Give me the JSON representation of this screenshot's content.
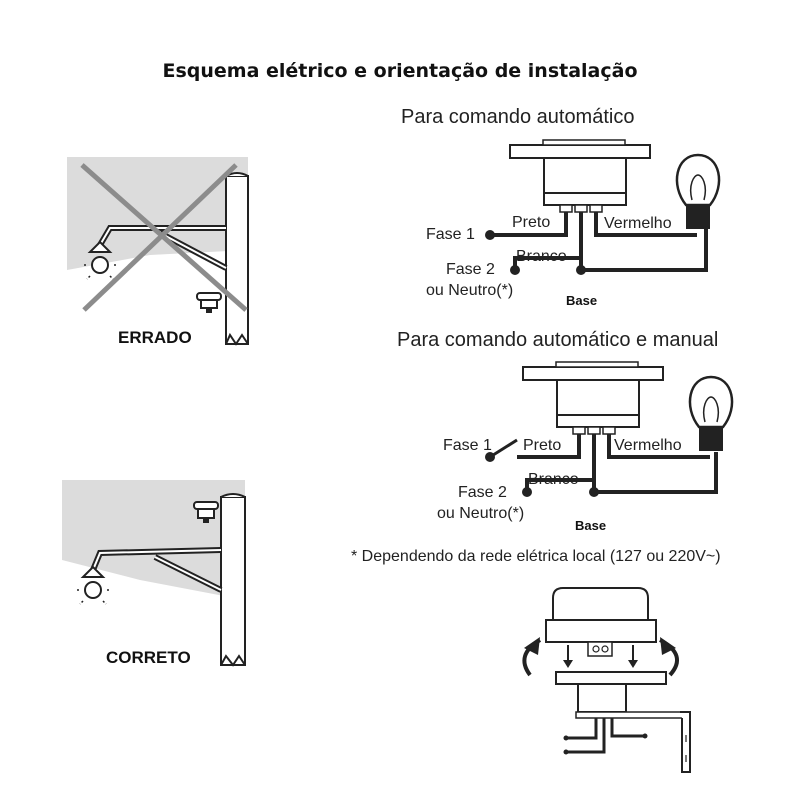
{
  "title": "Esquema elétrico e orientação de instalação",
  "left": {
    "wrong_label": "ERRADO",
    "correct_label": "CORRETO"
  },
  "auto": {
    "title": "Para comando automático",
    "phase1": "Fase 1",
    "black": "Preto",
    "red": "Vermelho",
    "white": "Branco",
    "phase2": "Fase 2",
    "neutral": "ou Neutro(*)",
    "base": "Base"
  },
  "auto_manual": {
    "title": "Para comando automático e manual",
    "phase1": "Fase 1",
    "black": "Preto",
    "red": "Vermelho",
    "white": "Branco",
    "phase2": "Fase 2",
    "neutral": "ou Neutro(*)",
    "base": "Base"
  },
  "footnote": "* Dependendo da rede elétrica local (127 ou 220V~)"
}
